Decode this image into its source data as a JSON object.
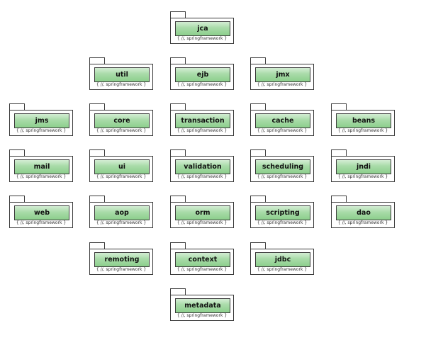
{
  "diagram": {
    "namespace_label": "{ //, springframework }",
    "packages": [
      {
        "id": "jca",
        "name": "jca"
      },
      {
        "id": "util",
        "name": "util"
      },
      {
        "id": "ejb",
        "name": "ejb"
      },
      {
        "id": "jmx",
        "name": "jmx"
      },
      {
        "id": "jms",
        "name": "jms"
      },
      {
        "id": "core",
        "name": "core"
      },
      {
        "id": "transaction",
        "name": "transaction"
      },
      {
        "id": "cache",
        "name": "cache"
      },
      {
        "id": "beans",
        "name": "beans"
      },
      {
        "id": "mail",
        "name": "mail"
      },
      {
        "id": "ui",
        "name": "ui"
      },
      {
        "id": "validation",
        "name": "validation"
      },
      {
        "id": "scheduling",
        "name": "scheduling"
      },
      {
        "id": "jndi",
        "name": "jndi"
      },
      {
        "id": "web",
        "name": "web"
      },
      {
        "id": "aop",
        "name": "aop"
      },
      {
        "id": "orm",
        "name": "orm"
      },
      {
        "id": "scripting",
        "name": "scripting"
      },
      {
        "id": "dao",
        "name": "dao"
      },
      {
        "id": "remoting",
        "name": "remoting"
      },
      {
        "id": "context",
        "name": "context"
      },
      {
        "id": "jdbc",
        "name": "jdbc"
      },
      {
        "id": "metadata",
        "name": "metadata"
      }
    ]
  }
}
